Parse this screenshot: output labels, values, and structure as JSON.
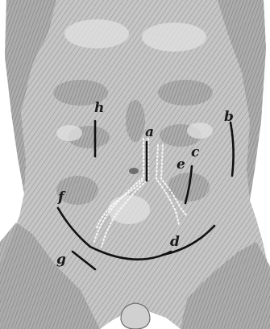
{
  "figure": {
    "labels": {
      "a": "a",
      "b": "b",
      "c": "c",
      "d": "d",
      "e": "e",
      "f": "f",
      "g": "g",
      "h": "h"
    },
    "colors": {
      "background": "#ffffff",
      "body_shading": "#b9b9b9",
      "shadow": "#8f8f8f",
      "ink": "#111111",
      "vessel_dots": "#f4f4f4"
    }
  }
}
